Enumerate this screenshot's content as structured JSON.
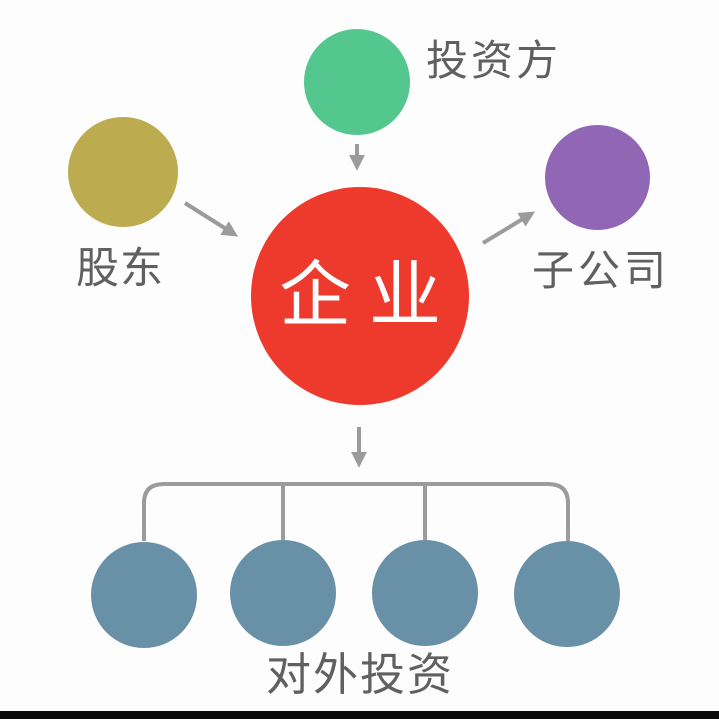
{
  "diagram": {
    "background": "#fdfdfd",
    "label_color": "#606060",
    "connector_color": "#9b9b9b",
    "bottom_bar_color": "#0a0a0a",
    "nodes": {
      "investor": {
        "label": "投资方",
        "color": "#53c78e"
      },
      "shareholder": {
        "label": "股东",
        "color": "#bcac4f"
      },
      "enterprise": {
        "label": "企业",
        "color": "#ee3a2d",
        "text_color": "#ffffff"
      },
      "subsidiary": {
        "label": "子公司",
        "color": "#9166b4"
      },
      "external_investment": {
        "label": "对外投资",
        "color": "#6890a7",
        "circle_count": 4
      }
    },
    "edges": [
      {
        "from": "投资方",
        "to": "企业"
      },
      {
        "from": "股东",
        "to": "企业"
      },
      {
        "from": "企业",
        "to": "子公司"
      },
      {
        "from": "企业",
        "to": "对外投资"
      }
    ]
  }
}
